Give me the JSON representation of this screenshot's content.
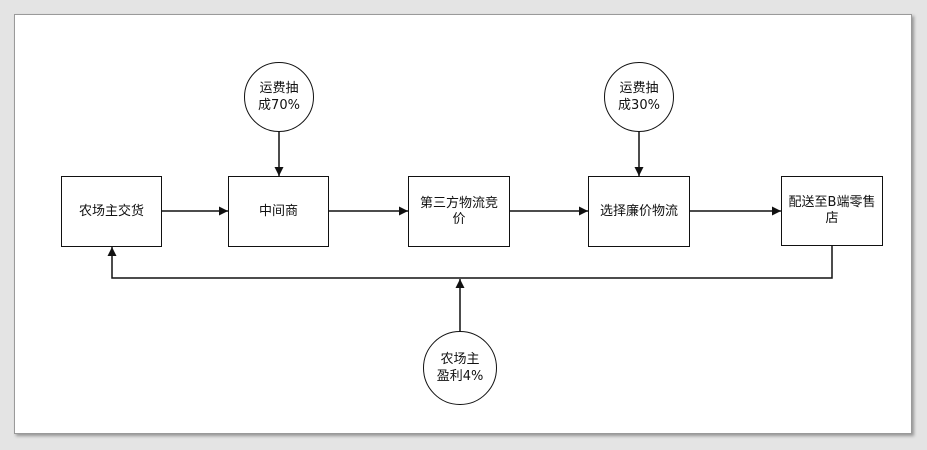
{
  "colors": {
    "stroke": "#111111",
    "background": "#ffffff",
    "frame_border": "#9a9a9a",
    "outer_bg": "#e4e4e4"
  },
  "nodes": {
    "farmer_delivery": "农场主交货",
    "middleman": "中间商",
    "third_party_bidding": "第三方物流竞价",
    "choose_cheap_logistics": "选择廉价物流",
    "deliver_to_retailer": "配送至B端零售店"
  },
  "annotations": {
    "freight_70": [
      "运费抽",
      "成70%"
    ],
    "freight_30": [
      "运费抽",
      "成30%"
    ],
    "farmer_profit": [
      "农场主",
      "盈利4%"
    ]
  }
}
